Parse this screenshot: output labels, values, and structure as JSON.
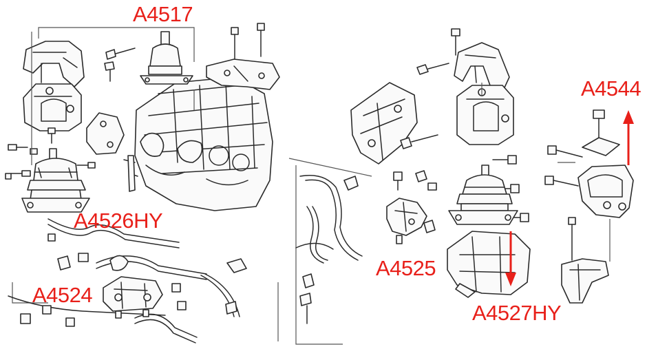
{
  "accent_color": "#e8201a",
  "labels": {
    "a4517": "A4517",
    "a4526hy": "A4526HY",
    "a4524": "A4524",
    "a4525": "A4525",
    "a4527hy": "A4527HY",
    "a4544": "A4544"
  }
}
